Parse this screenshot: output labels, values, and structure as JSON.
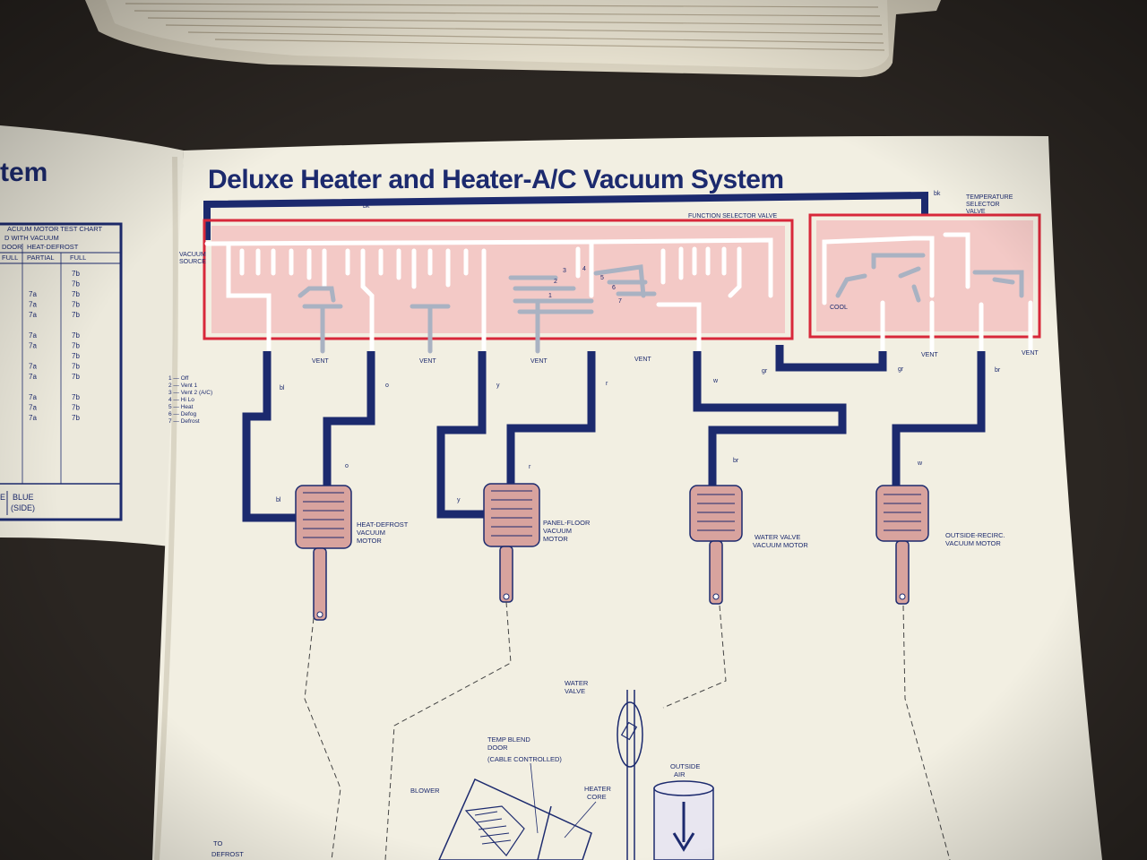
{
  "colors": {
    "navy": "#1c2a6e",
    "red": "#d8283a",
    "pink": "#f3c9c6",
    "tube_gray": "#a9b2c2",
    "paper": "#f2efe2",
    "motor_pink": "#d8a39e"
  },
  "title": "Deluxe Heater and Heater-A/C Vacuum System",
  "left_page": {
    "title_fragment": "tem",
    "chart_rows": [
      "ACUUM MOTOR TEST CHART",
      "D WITH VACUUM"
    ],
    "columns": [
      "DOOR",
      "HEAT-DEFROST"
    ],
    "subcolumns": [
      "FULL",
      "PARTIAL",
      "FULL"
    ],
    "col_partial": [
      "",
      "",
      "7a",
      "7a",
      "7a",
      "",
      "7a",
      "7a",
      "",
      "7a",
      "7a",
      "",
      "7a",
      "7a",
      "7a"
    ],
    "col_full": [
      "7b",
      "7b",
      "7b",
      "7b",
      "7b",
      "",
      "7b",
      "7b",
      "7b",
      "7b",
      "7b",
      "",
      "7b",
      "7b",
      "7b"
    ],
    "footer_left": "E",
    "footer_blue": "BLUE",
    "footer_side": "(SIDE)"
  },
  "labels": {
    "function_valve": "FUNCTION SELECTOR VALVE",
    "temp_valve": [
      "TEMPERATURE",
      "SELECTOR",
      "VALVE"
    ],
    "vacuum_source": [
      "VACUUM",
      "SOURCE"
    ],
    "vent": "VENT",
    "cool": "COOL",
    "bk": "bk",
    "positions": [
      "1",
      "2",
      "3",
      "4",
      "5",
      "6",
      "7"
    ]
  },
  "legend": [
    "1 — Off",
    "2 — Vent 1",
    "3 — Vent 2 (A/C)",
    "4 — Hi Lo",
    "5 — Heat",
    "6 — Defog",
    "7 — Defrost"
  ],
  "hose_colors": [
    "bl",
    "o",
    "y",
    "r",
    "w",
    "gr",
    "gr",
    "br",
    "br",
    "w",
    "bl",
    "o",
    "y",
    "r"
  ],
  "motors": [
    [
      "HEAT-DEFROST",
      "VACUUM",
      "MOTOR"
    ],
    [
      "PANEL-FLOOR",
      "VACUUM",
      "MOTOR"
    ],
    [
      "WATER VALVE",
      "VACUUM MOTOR"
    ],
    [
      "OUTSIDE-RECIRC.",
      "VACUUM MOTOR"
    ]
  ],
  "lower": {
    "water_valve": [
      "WATER",
      "VALVE"
    ],
    "temp_blend": [
      "TEMP  BLEND",
      "DOOR",
      "(CABLE CONTROLLED)"
    ],
    "blower": "BLOWER",
    "heater_core": [
      "HEATER",
      "CORE"
    ],
    "outside_air": [
      "OUTSIDE",
      "AIR"
    ],
    "to_defrost": [
      "TO",
      "DEFROST"
    ]
  }
}
